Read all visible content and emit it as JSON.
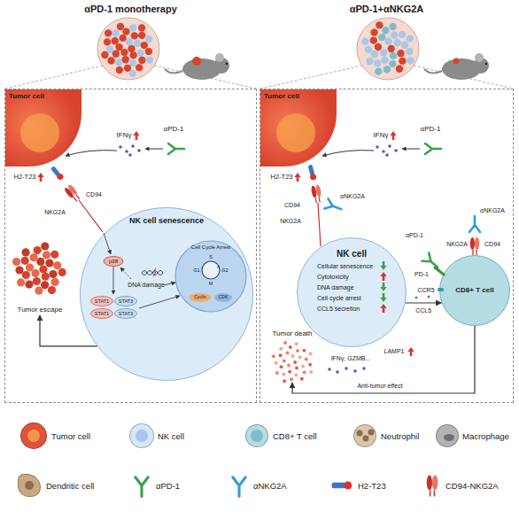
{
  "diagram": {
    "nodes": [
      {
        "text": [
          "αPD-1 monotherapy"
        ]
      },
      {
        "text": [
          "αPD-1+αNKG2A"
        ]
      },
      {
        "text": [
          "Tumor cell"
        ],
        "in": 0
      },
      {
        "text": [
          "NK cell senescence"
        ],
        "in": 0
      },
      {
        "text": [
          "Tumor escape"
        ],
        "in": 0
      },
      {
        "text": [
          "Tumor cell"
        ],
        "in": 1
      },
      {
        "text": [
          "NK cell",
          "Cellular senescence",
          "Cytotoxicity",
          "DNA damage",
          "Cell cycle arrest",
          "CCL5 secretion"
        ],
        "in": 1
      },
      {
        "text": [
          "CD8+ T cell"
        ],
        "in": 1
      },
      {
        "text": [
          "Tumor death"
        ],
        "in": 1
      }
    ],
    "edges": [
      {
        "from": 3,
        "to": 4,
        "arrow": "to"
      },
      {
        "from": 6,
        "to": 7,
        "label": "CCL5",
        "arrow": "to"
      },
      {
        "from": 7,
        "to": 8,
        "label": "Anti-tumor effect",
        "arrow": "to"
      }
    ],
    "labels": [
      "IFNγ",
      "αPD-1",
      "H2-T23",
      "CD94",
      "NKG2A",
      "p38",
      "STAT1",
      "STAT3",
      "STAT1",
      "STAT3",
      "DNA damage",
      "Cell Cycle Arrest",
      "G1",
      "S",
      "G2",
      "M",
      "Cyclin",
      "CDK",
      "IFNγ",
      "αPD-1",
      "H2-T23",
      "αNKG2A",
      "CD94",
      "NKG2A",
      "αNKG2A",
      "CD94",
      "NKG2A",
      "αPD-1",
      "PD-1",
      "CCR5",
      "LAMP1",
      "IFNγ, GZMB..."
    ],
    "legend": [
      {
        "text": "Tumor cell",
        "color": "#e0533a"
      },
      {
        "text": "NK cell",
        "color": "#d6e7f6"
      },
      {
        "text": "CD8+ T cell",
        "color": "#b5dce3"
      },
      {
        "text": "Neutrophil",
        "color": "#d9c7a8"
      },
      {
        "text": "Macrophage",
        "color": "#b3b3b3"
      },
      {
        "text": "Dendritic cell",
        "color": "#c9a982"
      },
      {
        "text": "αPD-1"
      },
      {
        "text": "αNKG2A"
      },
      {
        "text": "H2-T23"
      },
      {
        "text": "CD94-NKG2A"
      }
    ]
  }
}
